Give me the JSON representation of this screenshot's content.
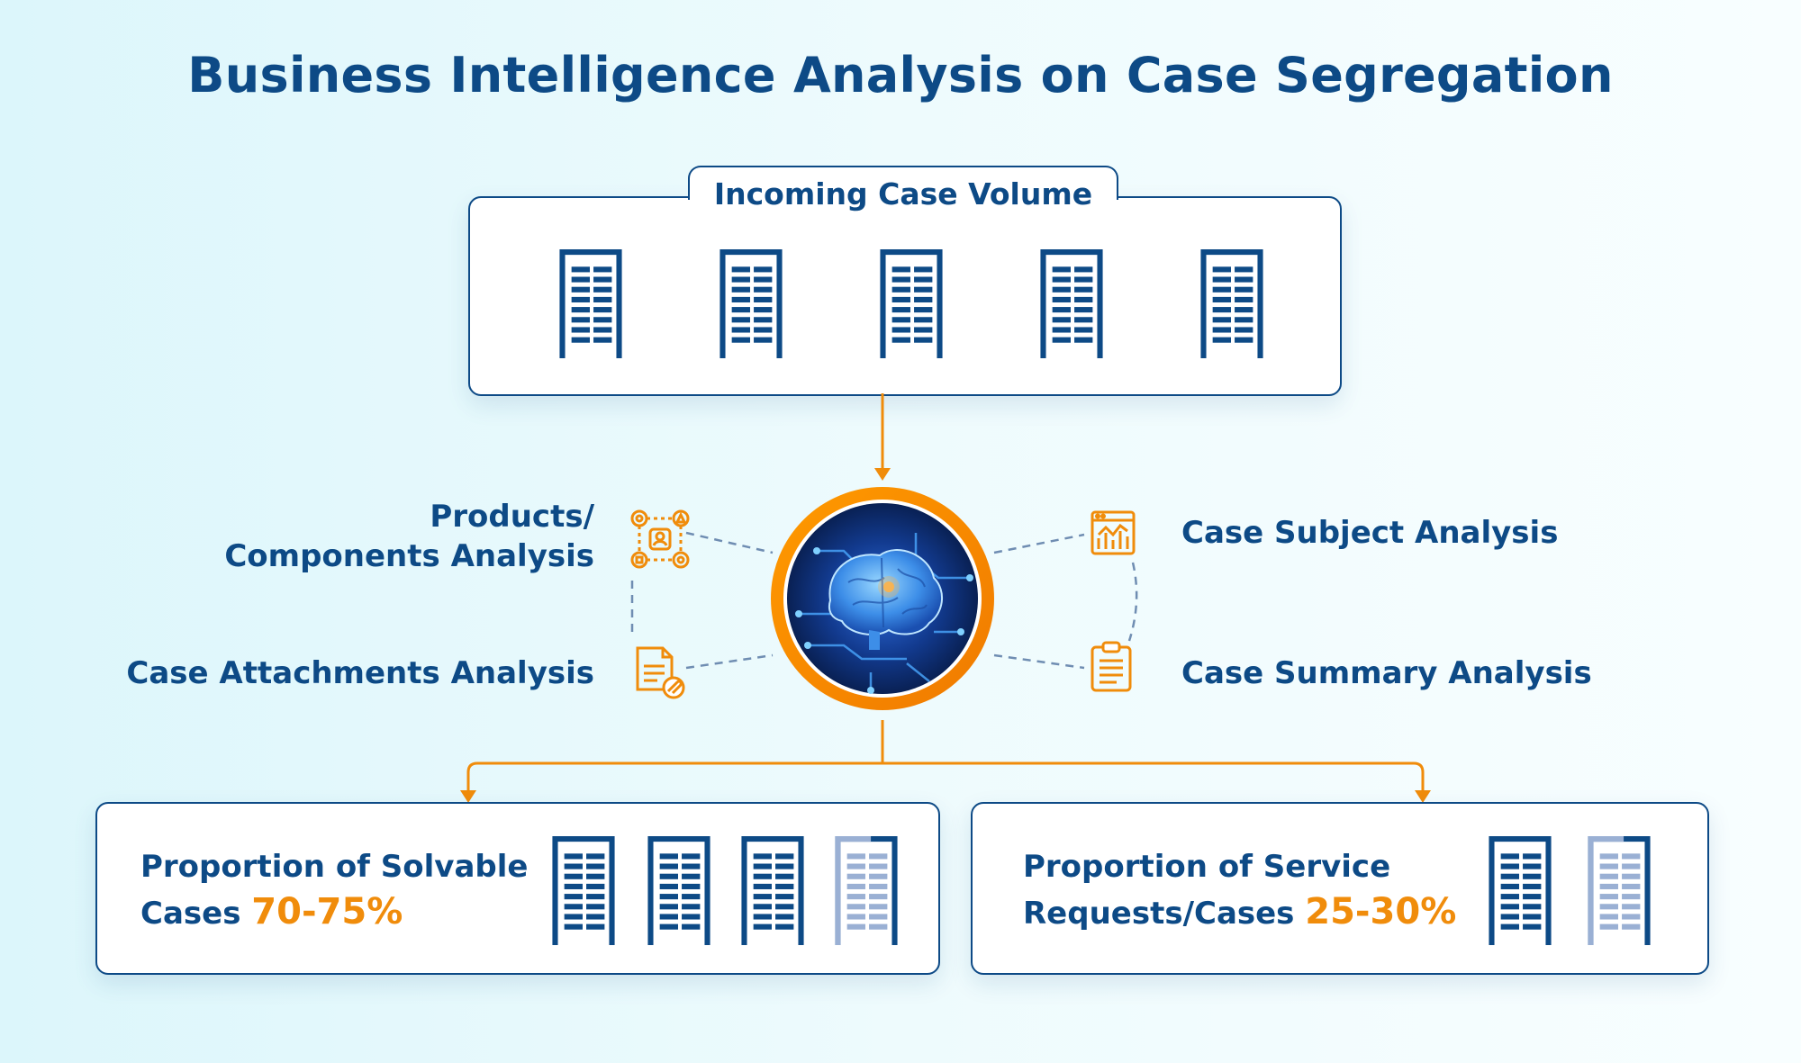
{
  "title": "Business Intelligence Analysis on Case Segregation",
  "incoming": {
    "label": "Incoming Case Volume"
  },
  "analyses": {
    "products": {
      "line1": "Products/",
      "line2": "Components Analysis",
      "icon": "components-icon"
    },
    "attachments": {
      "label": "Case Attachments Analysis",
      "icon": "attachment-document-icon"
    },
    "subject": {
      "label": "Case Subject Analysis",
      "icon": "chart-window-icon"
    },
    "summary": {
      "label": "Case Summary Analysis",
      "icon": "clipboard-icon"
    }
  },
  "center": {
    "icon": "ai-brain-icon"
  },
  "outputs": {
    "solvable": {
      "line1": "Proportion of Solvable",
      "line2": "Cases ",
      "percent": "70-75%"
    },
    "service": {
      "line1": "Proportion of Service",
      "line2": "Requests/Cases ",
      "percent": "25-30%"
    }
  },
  "colors": {
    "primary": "#0d4a86",
    "accent": "#f08c0b",
    "faded": "#9ab0d4"
  }
}
